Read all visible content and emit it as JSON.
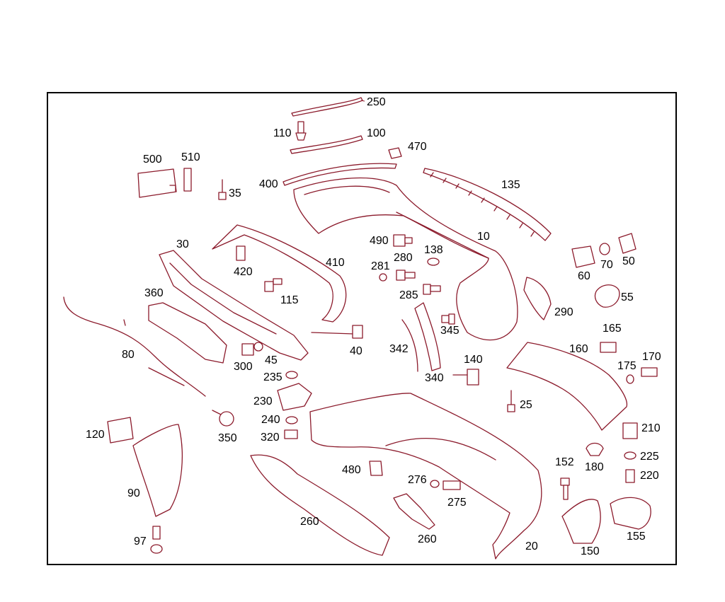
{
  "labels": {
    "l250": "250",
    "l110": "110",
    "l100": "100",
    "l470": "470",
    "l500": "500",
    "l510": "510",
    "l35": "35",
    "l400": "400",
    "l135": "135",
    "l10": "10",
    "l490": "490",
    "l30": "30",
    "l420": "420",
    "l410": "410",
    "l280": "280",
    "l138": "138",
    "l281": "281",
    "l60": "60",
    "l70": "70",
    "l50": "50",
    "l115": "115",
    "l285": "285",
    "l55": "55",
    "l360": "360",
    "l290": "290",
    "l345": "345",
    "l165": "165",
    "l80": "80",
    "l342": "342",
    "l40": "40",
    "l45": "45",
    "l160": "160",
    "l300": "300",
    "l170": "170",
    "l140": "140",
    "l175": "175",
    "l235": "235",
    "l340": "340",
    "l230": "230",
    "l25": "25",
    "l240": "240",
    "l210": "210",
    "l120": "120",
    "l350": "350",
    "l320": "320",
    "l180": "180",
    "l225": "225",
    "l152": "152",
    "l480": "480",
    "l220": "220",
    "l276": "276",
    "l90": "90",
    "l275": "275",
    "l260a": "260",
    "l260b": "260",
    "l155": "155",
    "l97": "97",
    "l20": "20",
    "l150": "150"
  },
  "colors": {
    "line": "#8b1a2b",
    "frame": "#000000",
    "background": "#ffffff"
  }
}
